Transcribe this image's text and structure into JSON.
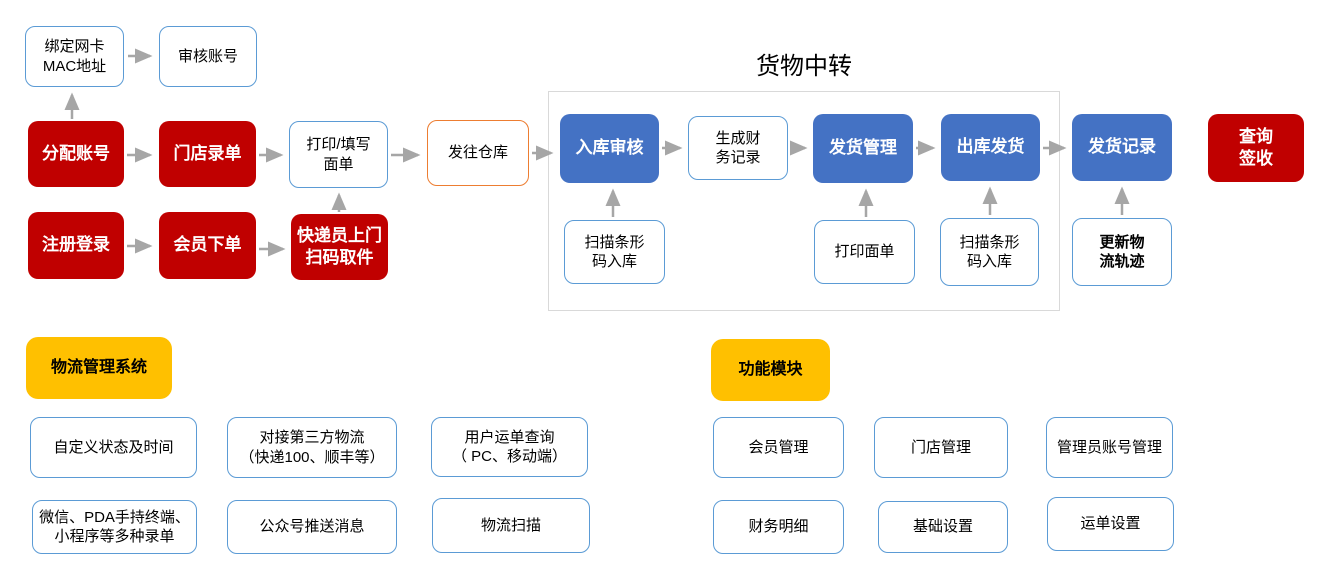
{
  "diagram": {
    "transfer_title": "货物中转"
  },
  "labels": {
    "bind_mac": "绑定网卡\nMAC地址",
    "audit_account": "审核账号",
    "assign_account": "分配账号",
    "store_entry": "门店录单",
    "print_fill": "打印/填写\n面单",
    "send_warehouse": "发往仓库",
    "register_login": "注册登录",
    "member_order": "会员下单",
    "courier_pickup": "快递员上门\n扫码取件",
    "inbound_audit": "入库审核",
    "gen_finance": "生成财\n务记录",
    "ship_mgmt": "发货管理",
    "outbound_ship": "出库发货",
    "ship_record": "发货记录",
    "query_sign": "查询\n签收",
    "scan_barcode_in": "扫描条形\n码入库",
    "print_label": "打印面单",
    "scan_barcode_in2": "扫描条形\n码入库",
    "update_track": "更新物\n流轨迹",
    "logistics_system": "物流管理系统",
    "custom_status": "自定义状态及时间",
    "third_party": "对接第三方物流\n（快递100、顺丰等）",
    "user_query": "用户运单查询\n（ PC、移动端）",
    "wechat_pda": "微信、PDA手持终端、\n小程序等多种录单",
    "pub_push": "公众号推送消息",
    "logistics_scan": "物流扫描",
    "func_module": "功能模块",
    "member_mgmt": "会员管理",
    "store_mgmt": "门店管理",
    "admin_mgmt": "管理员账号管理",
    "finance_detail": "财务明细",
    "base_settings": "基础设置",
    "waybill_settings": "运单设置"
  },
  "colors": {
    "red": "#C00000",
    "blue": "#4472C4",
    "yellow": "#FFC000",
    "white_box_border": "#5B9BD5",
    "orange_border": "#ED7D31",
    "arrow_gray": "#A6A6A6",
    "container_border": "#D9D9D9"
  }
}
